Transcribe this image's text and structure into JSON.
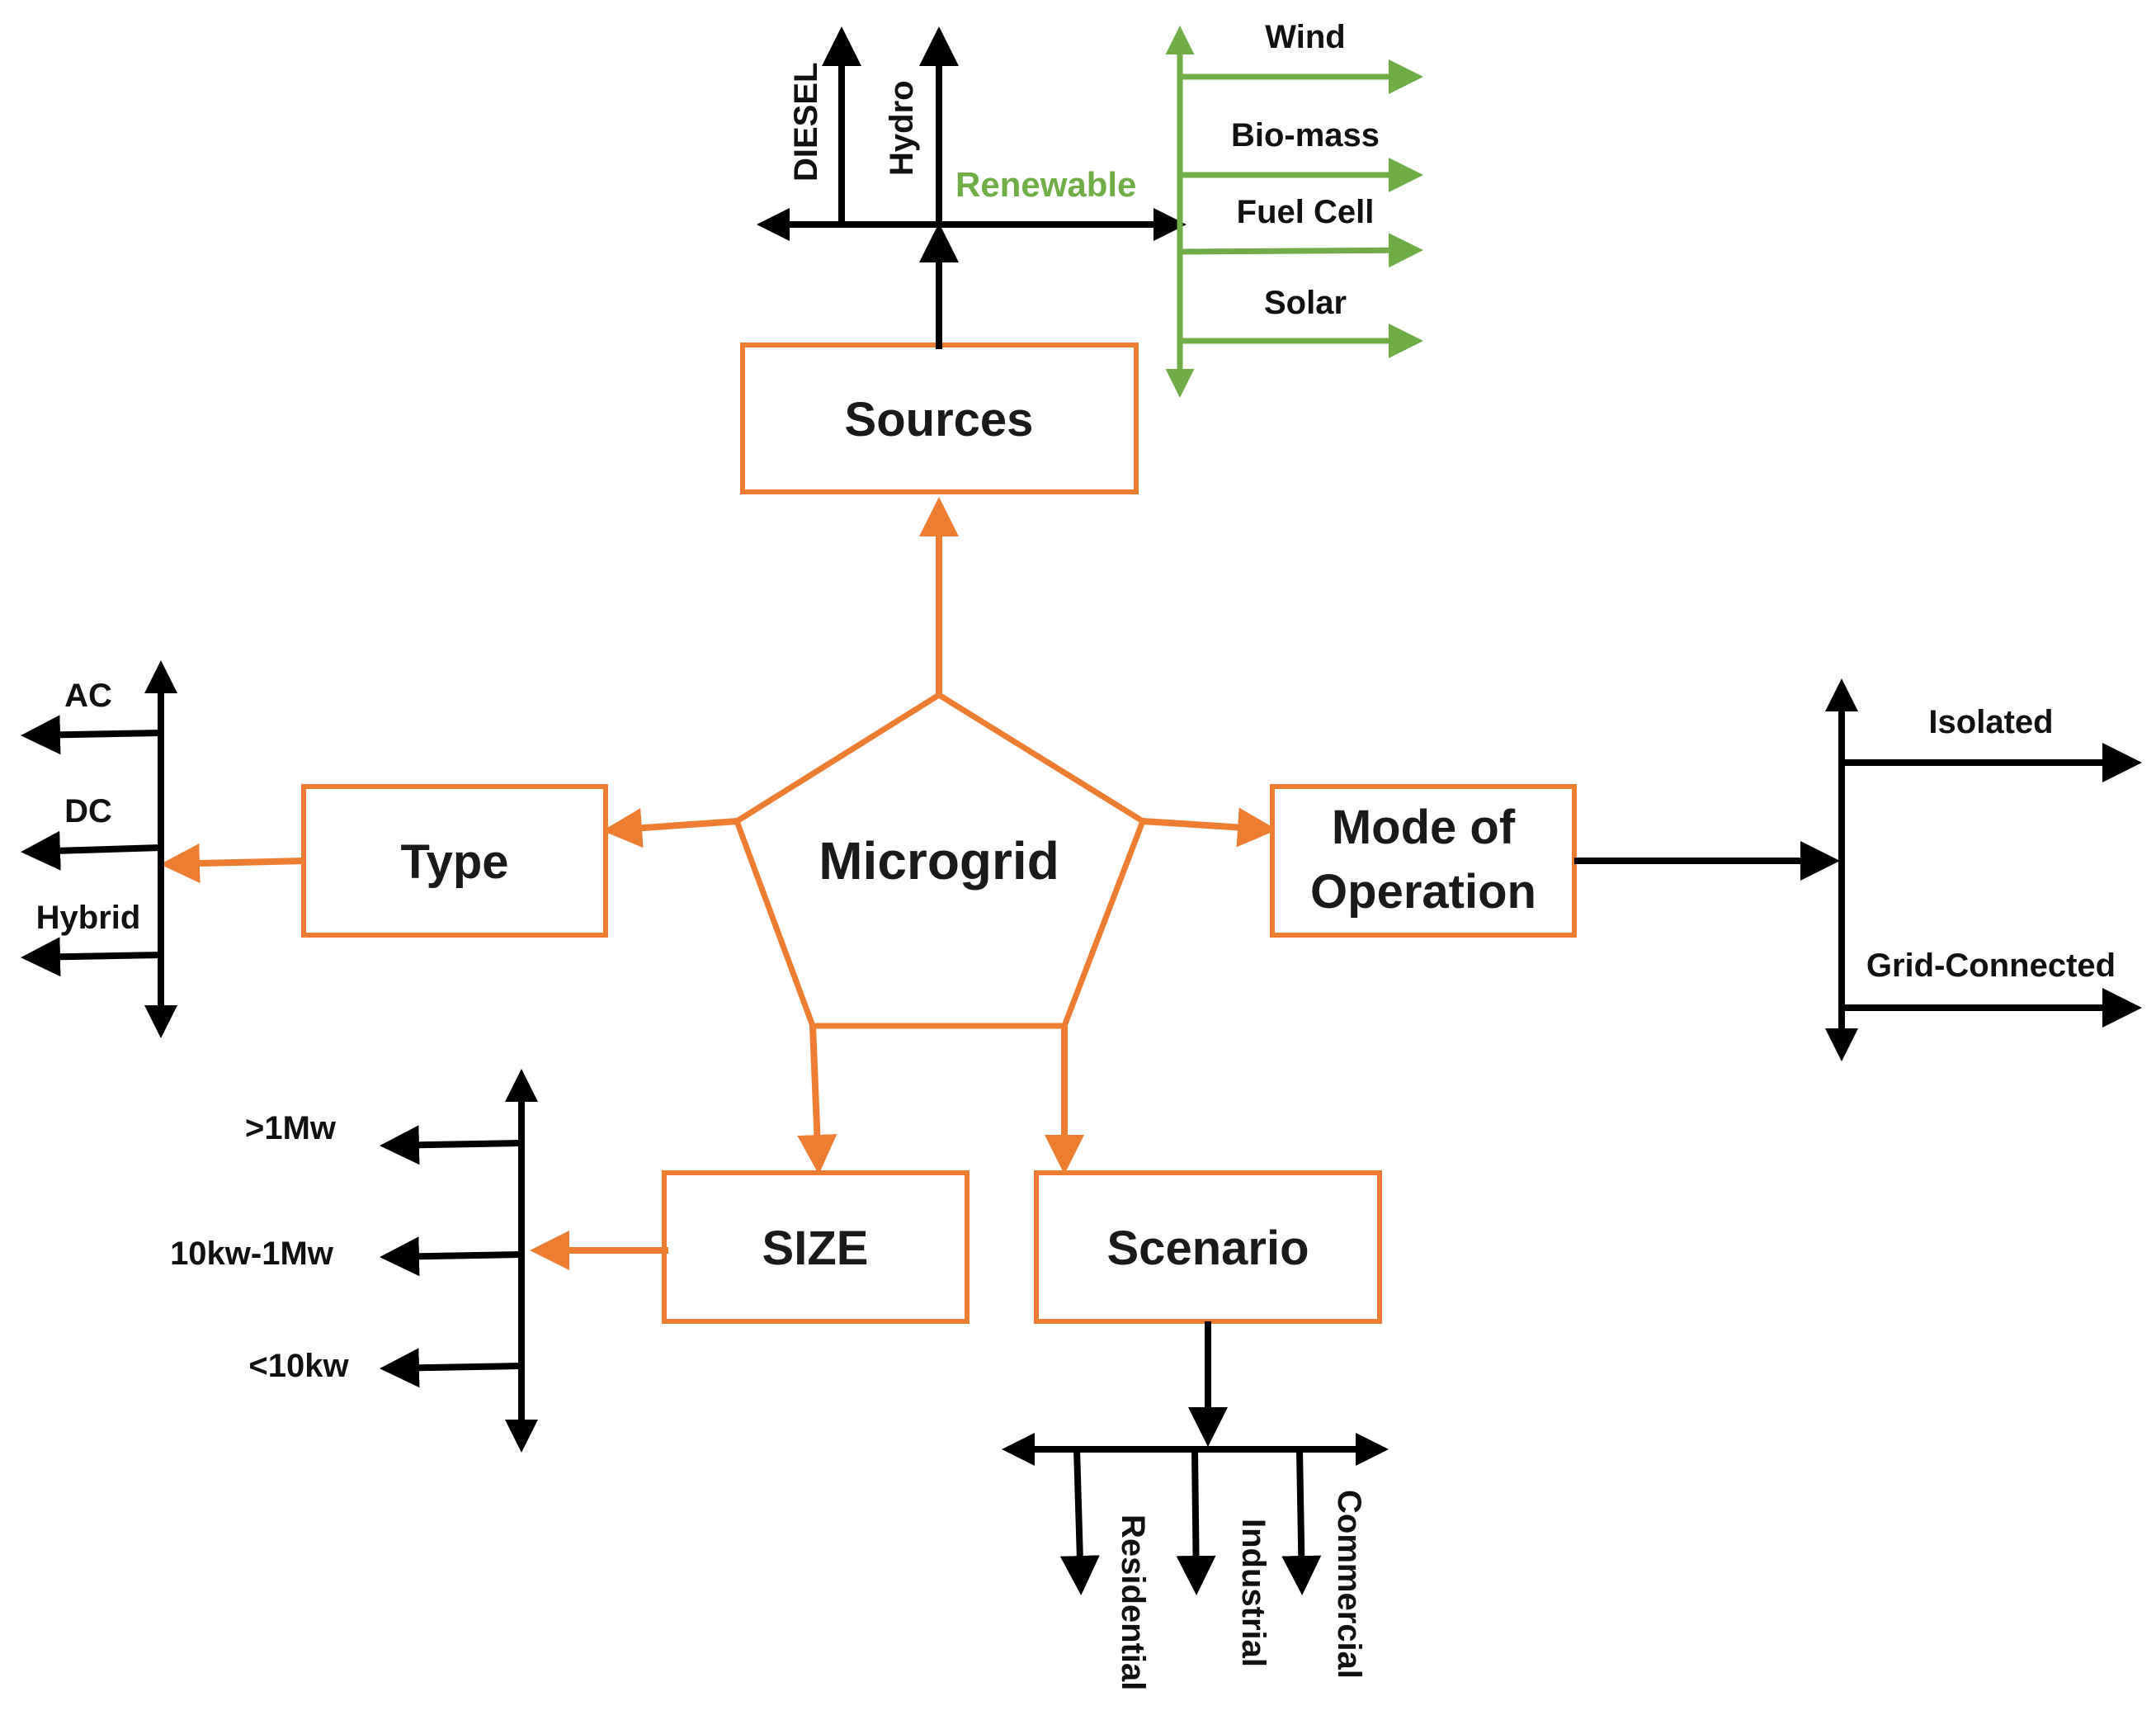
{
  "colors": {
    "orange": "#ED7D31",
    "green": "#70AD47",
    "black": "#000000"
  },
  "center": {
    "label": "Microgrid"
  },
  "boxes": {
    "sources": "Sources",
    "type": "Type",
    "mode_line1": "Mode of",
    "mode_line2": "Operation",
    "size": "SIZE",
    "scenario": "Scenario"
  },
  "sources": {
    "diesel": "DIESEL",
    "hydro": "Hydro",
    "renewable": "Renewable",
    "renewable_items": [
      "Wind",
      "Bio-mass",
      "Fuel Cell",
      "Solar"
    ]
  },
  "type_items": [
    "AC",
    "DC",
    "Hybrid"
  ],
  "mode_items": [
    "Isolated",
    "Grid-Connected"
  ],
  "size_items": [
    ">1Mw",
    "10kw-1Mw",
    "<10kw"
  ],
  "scenario_items": [
    "Residential",
    "Industrial",
    "Commercial"
  ]
}
